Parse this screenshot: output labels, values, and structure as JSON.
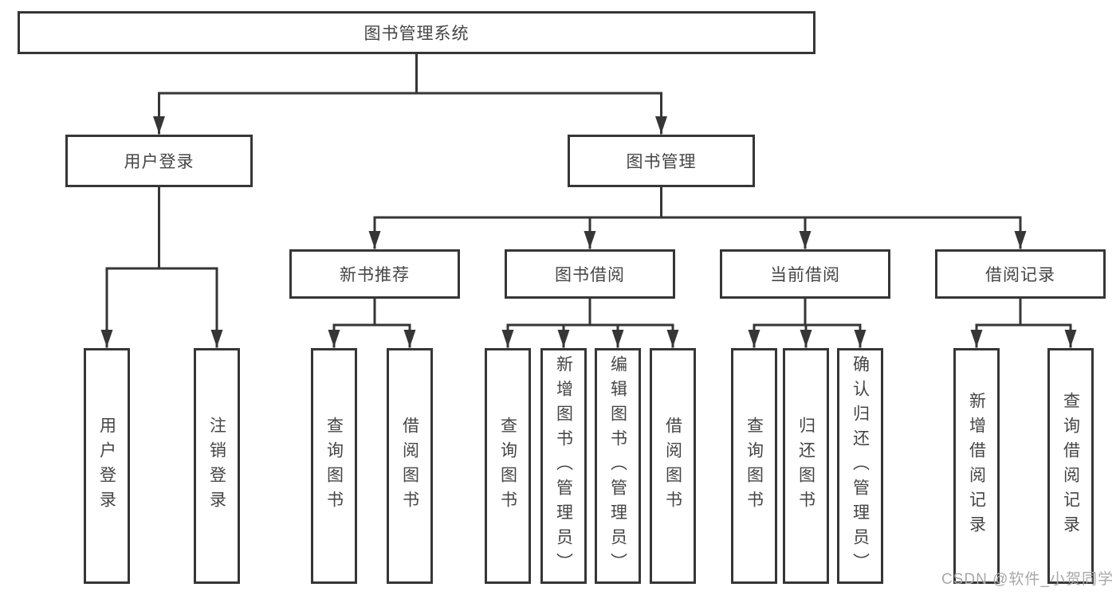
{
  "tree": {
    "root": {
      "label": "图书管理系统"
    },
    "branches": [
      {
        "label": "用户登录",
        "leaves": [
          {
            "label": "用户登录"
          },
          {
            "label": "注销登录"
          }
        ]
      },
      {
        "label": "图书管理",
        "groups": [
          {
            "label": "新书推荐",
            "leaves": [
              {
                "label": "查询图书"
              },
              {
                "label": "借阅图书"
              }
            ]
          },
          {
            "label": "图书借阅",
            "leaves": [
              {
                "label": "查询图书"
              },
              {
                "label": "新增图书（管理员）"
              },
              {
                "label": "编辑图书（管理员）"
              },
              {
                "label": "借阅图书"
              }
            ]
          },
          {
            "label": "当前借阅",
            "leaves": [
              {
                "label": "查询图书"
              },
              {
                "label": "归还图书"
              },
              {
                "label": "确认归还（管理员）"
              }
            ]
          },
          {
            "label": "借阅记录",
            "leaves": [
              {
                "label": "新增借阅记录"
              },
              {
                "label": "查询借阅记录"
              }
            ]
          }
        ]
      }
    ]
  },
  "watermark": {
    "text": "CSDN @软件_小贺同学"
  },
  "colors": {
    "line": "#363636",
    "text": "#454545",
    "watermark": "#a8a8a8",
    "background": "#ffffff"
  }
}
